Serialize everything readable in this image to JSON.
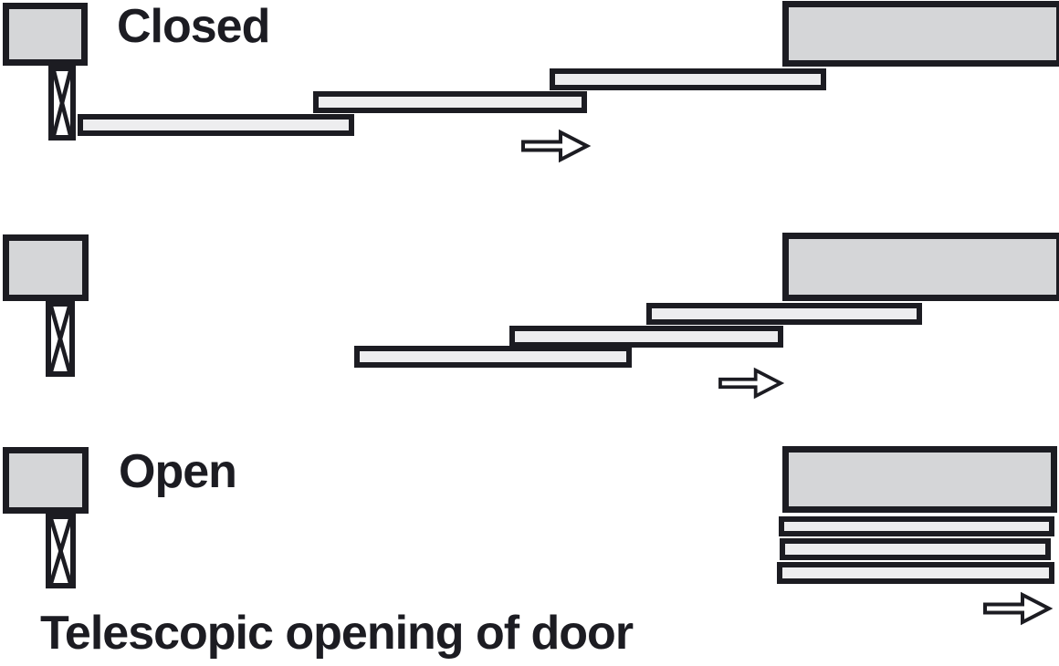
{
  "stages": [
    {
      "name": "closed",
      "label": "Closed"
    },
    {
      "name": "intermediate",
      "label": ""
    },
    {
      "name": "open",
      "label": "Open"
    }
  ],
  "caption": "Telescopic opening of door",
  "colors": {
    "background": "#ffffff",
    "outline": "#1c1c22",
    "wall_fill": "#d5d6d8",
    "panel_fill": "#ededef",
    "arrow_fill": "#ffffff"
  }
}
